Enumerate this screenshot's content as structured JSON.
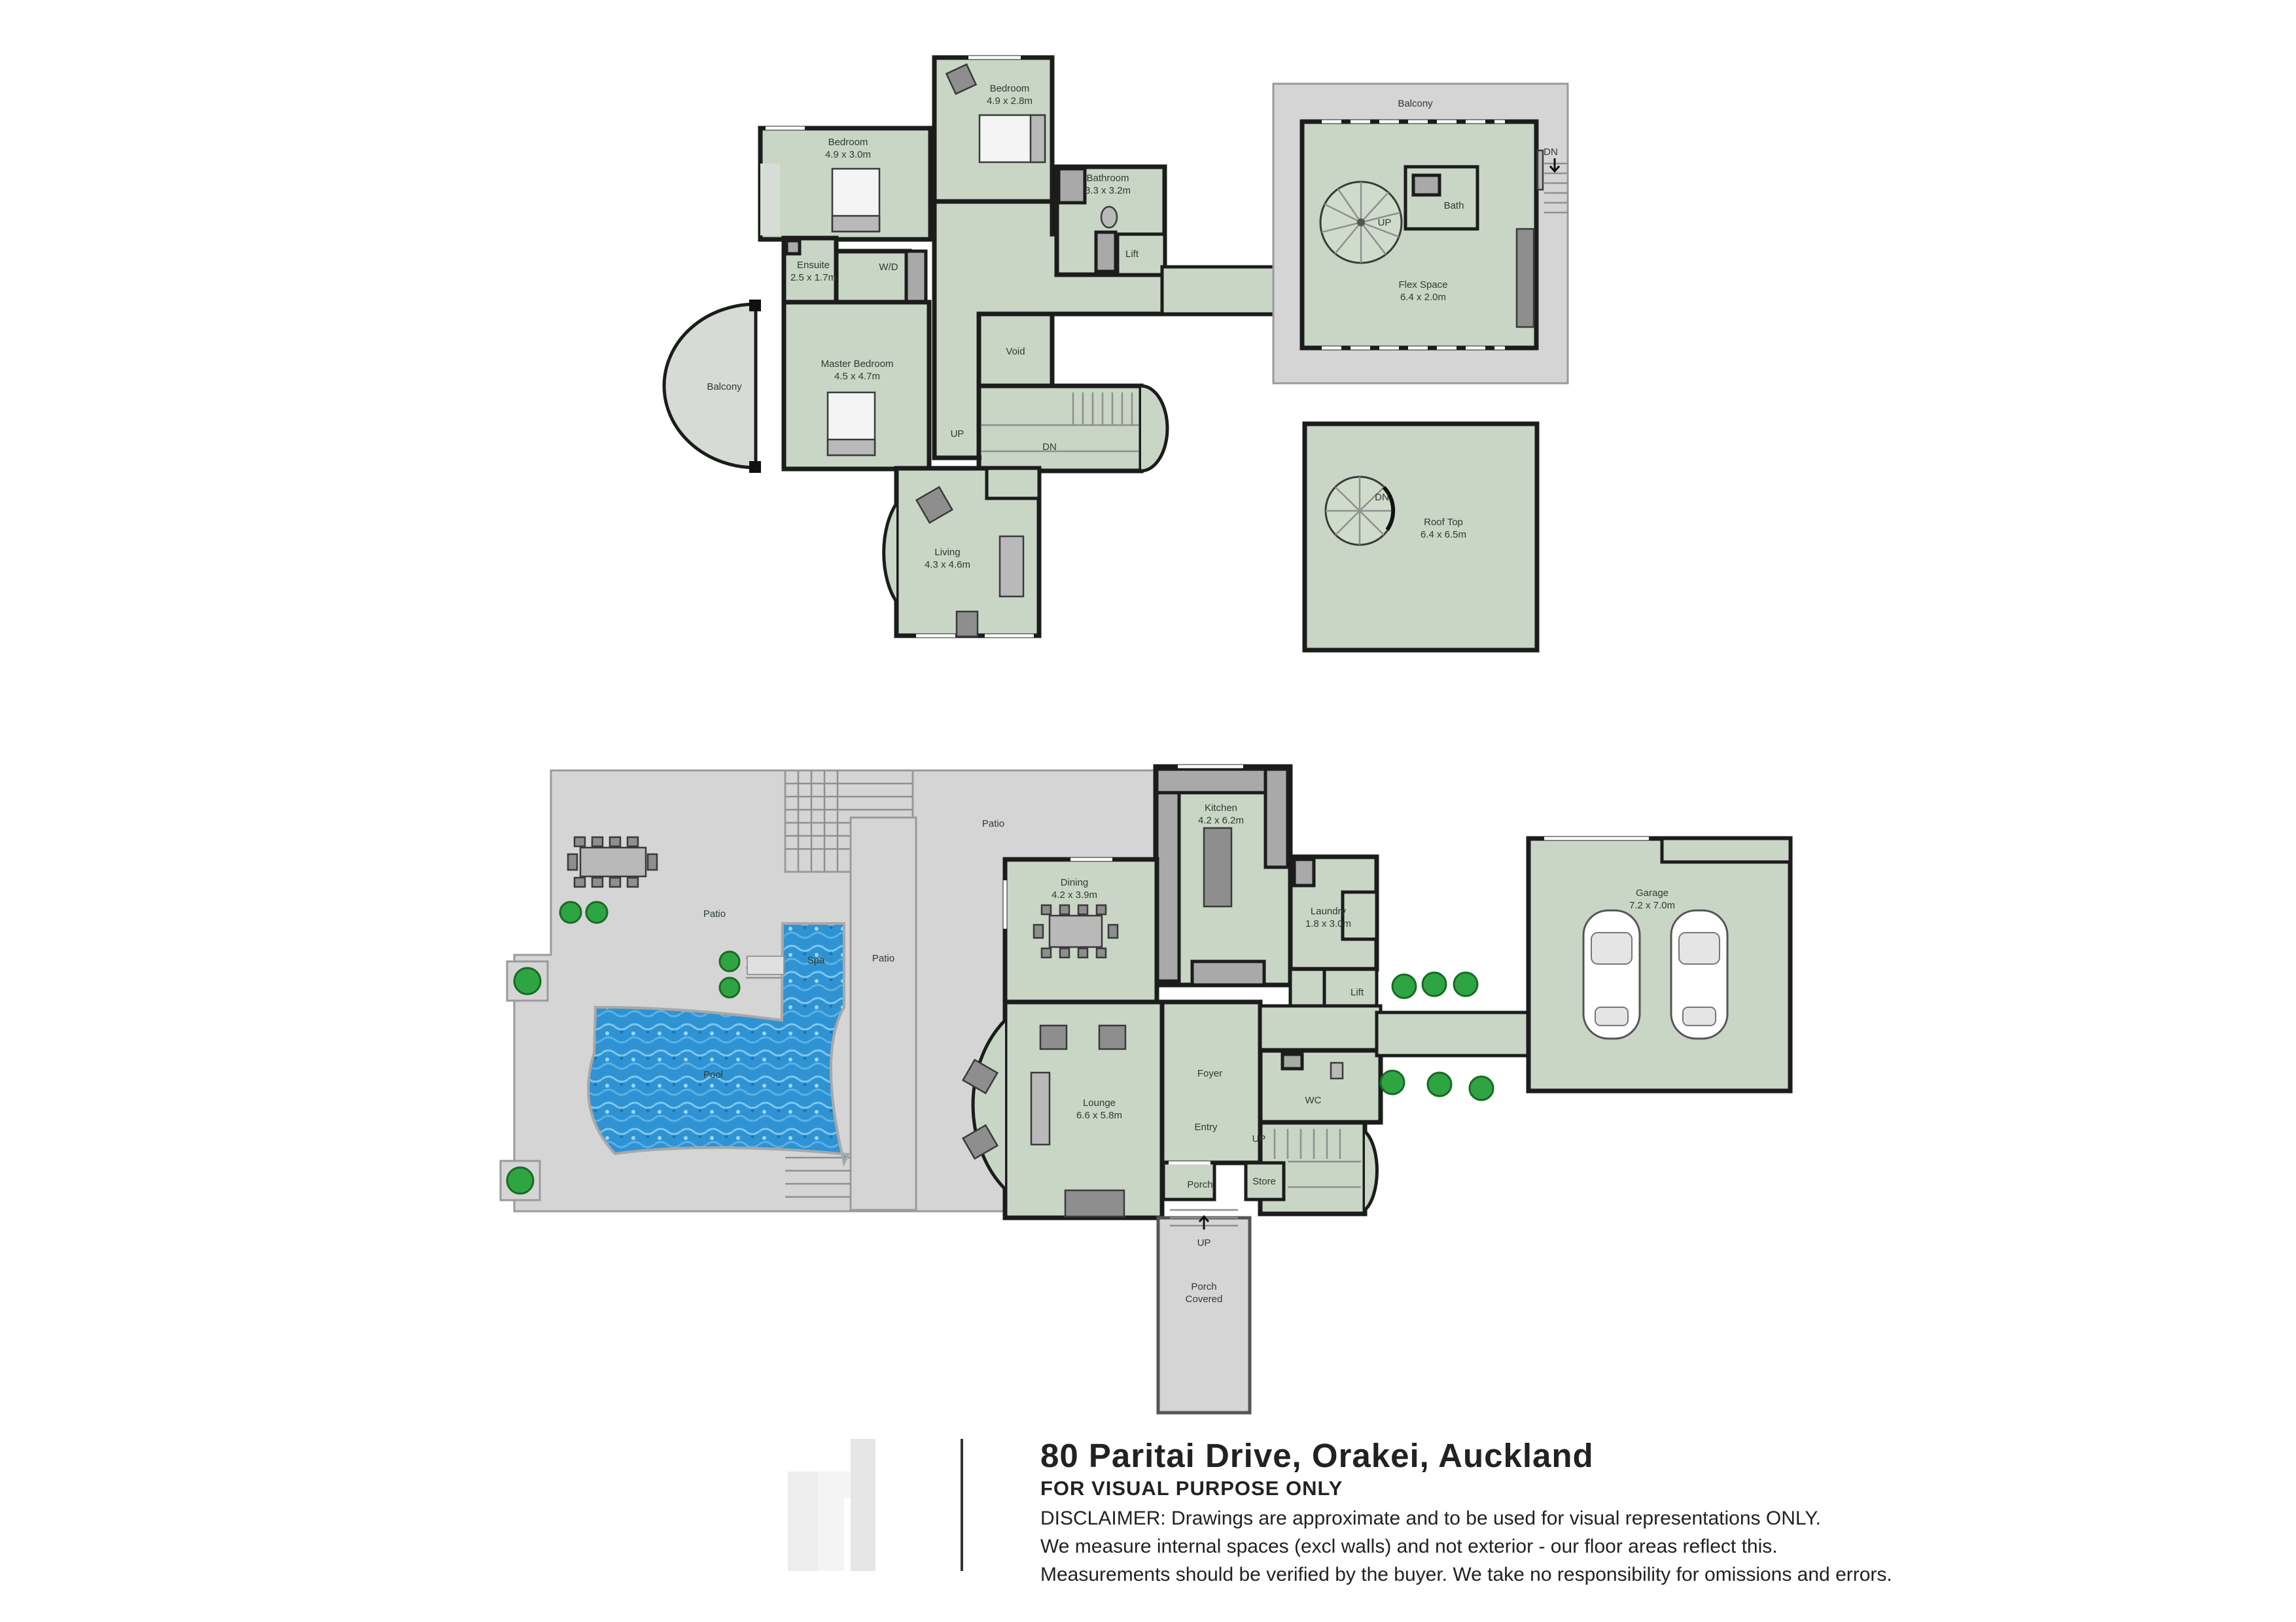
{
  "title": {
    "address": "80 Paritai Drive, Orakei, Auckland",
    "subtitle": "FOR VISUAL PURPOSE ONLY",
    "disclaimer": [
      "DISCLAIMER:  Drawings are approximate and to be used for visual representations ONLY.",
      "We measure internal spaces (excl walls) and not exterior - our floor areas reflect this.",
      "Measurements should be verified by the buyer. We take no responsibility for omissions and errors."
    ]
  },
  "upper_floor": {
    "bedroom_2": {
      "name": "Bedroom",
      "size": "4.9 x 2.8m"
    },
    "bedroom_1": {
      "name": "Bedroom",
      "size": "4.9 x 3.0m"
    },
    "bathroom": {
      "name": "Bathroom",
      "size": "3.3 x 3.2m"
    },
    "ensuite": {
      "name": "Ensuite",
      "size": "2.5 x 1.7m"
    },
    "wd": {
      "name": "W/D"
    },
    "lift": {
      "name": "Lift"
    },
    "void": {
      "name": "Void"
    },
    "master_bedroom": {
      "name": "Master Bedroom",
      "size": "4.5 x 4.7m"
    },
    "balcony_west": {
      "name": "Balcony"
    },
    "living": {
      "name": "Living",
      "size": "4.3 x 4.6m"
    },
    "flex_space": {
      "name": "Flex Space",
      "size": "6.4 x 2.0m"
    },
    "balcony_north": {
      "name": "Balcony"
    },
    "bath": {
      "name": "Bath"
    },
    "roof_top": {
      "name": "Roof Top",
      "size": "6.4 x 6.5m"
    },
    "markers": {
      "up_stair": "UP",
      "dn_stair": "DN",
      "up_spiral": "UP",
      "dn_external": "DN",
      "dn_roof": "DN"
    }
  },
  "ground_floor": {
    "patio_west": {
      "name": "Patio"
    },
    "patio_middle": {
      "name": "Patio"
    },
    "patio_north": {
      "name": "Patio"
    },
    "spa": {
      "name": "Spa"
    },
    "pool": {
      "name": "Pool"
    },
    "kitchen": {
      "name": "Kitchen",
      "size": "4.2 x 6.2m"
    },
    "dining": {
      "name": "Dining",
      "size": "4.2 x 3.9m"
    },
    "laundry": {
      "name": "Laundry",
      "size": "1.8 x 3.0m"
    },
    "lift": {
      "name": "Lift"
    },
    "garage": {
      "name": "Garage",
      "size": "7.2 x 7.0m"
    },
    "lounge": {
      "name": "Lounge",
      "size": "6.6 x 5.8m"
    },
    "foyer": {
      "name": "Foyer"
    },
    "entry": {
      "name": "Entry"
    },
    "wc": {
      "name": "WC"
    },
    "store": {
      "name": "Store"
    },
    "porch": {
      "name": "Porch"
    },
    "porch_covered": {
      "lines": [
        "Porch",
        "Covered"
      ]
    },
    "markers": {
      "up_entry": "UP",
      "up_porch": "UP"
    }
  },
  "colors": {
    "room_fill": "#c9d6c6",
    "wall": "#1c1c1c",
    "outdoor": "#d5d5d5",
    "pool": "#3b9fd8",
    "tree": "#2fa443"
  }
}
